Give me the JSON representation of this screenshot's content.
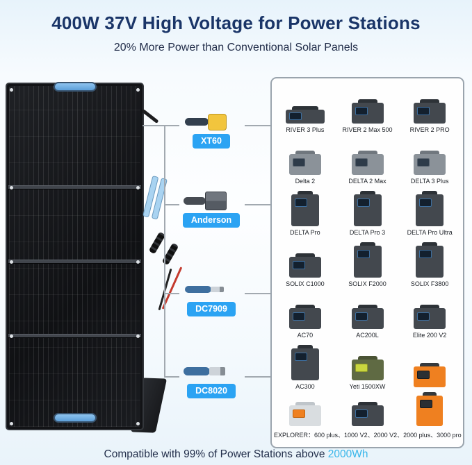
{
  "header": {
    "title": "400W 37V High Voltage for Power Stations",
    "subtitle": "20% More Power than Conventional Solar Panels"
  },
  "connectors": [
    {
      "label": "XT60",
      "type": "xt60"
    },
    {
      "label": "Anderson",
      "type": "anderson"
    },
    {
      "label": "DC7909",
      "type": "dc7909"
    },
    {
      "label": "DC8020",
      "type": "dc8020"
    }
  ],
  "compat": {
    "rows": [
      [
        {
          "label": "RIVER 3 Plus",
          "variant": "flat"
        },
        {
          "label": "RIVER 2 Max 500",
          "variant": "dark"
        },
        {
          "label": "RIVER 2 PRO",
          "variant": "dark"
        }
      ],
      [
        {
          "label": "Delta 2",
          "variant": "gray"
        },
        {
          "label": "DELTA 2 Max",
          "variant": "gray"
        },
        {
          "label": "DELTA 3 Plus",
          "variant": "gray"
        }
      ],
      [
        {
          "label": "DELTA Pro",
          "variant": "darktall"
        },
        {
          "label": "DELTA Pro 3",
          "variant": "darktall"
        },
        {
          "label": "DELTA Pro Ultra",
          "variant": "darktall"
        }
      ],
      [
        {
          "label": "SOLIX C1000",
          "variant": "dark"
        },
        {
          "label": "SOLIX F2000",
          "variant": "darktall"
        },
        {
          "label": "SOLIX F3800",
          "variant": "darktall"
        }
      ],
      [
        {
          "label": "AC70",
          "variant": "dark"
        },
        {
          "label": "AC200L",
          "variant": "dark"
        },
        {
          "label": "Elite 200 V2",
          "variant": "dark"
        }
      ],
      [
        {
          "label": "AC300",
          "variant": "darktall"
        },
        {
          "label": "Yeti 1500XW",
          "variant": "green"
        },
        {
          "label": "",
          "variant": "orange"
        }
      ]
    ],
    "explorer_row": [
      {
        "variant": "light"
      },
      {
        "variant": "dark"
      },
      {
        "variant": "orangetall"
      }
    ],
    "explorer_caption": "EXPLORER：600 plus、1000 V2、2000 V2、2000 plus、3000 pro"
  },
  "footer": {
    "prefix": "Compatible with 99% of Power Stations above ",
    "highlight": "2000Wh"
  },
  "colors": {
    "accent_blue": "#2ba3f3",
    "highlight_cyan": "#38b6ea",
    "title_navy": "#1a3568"
  }
}
